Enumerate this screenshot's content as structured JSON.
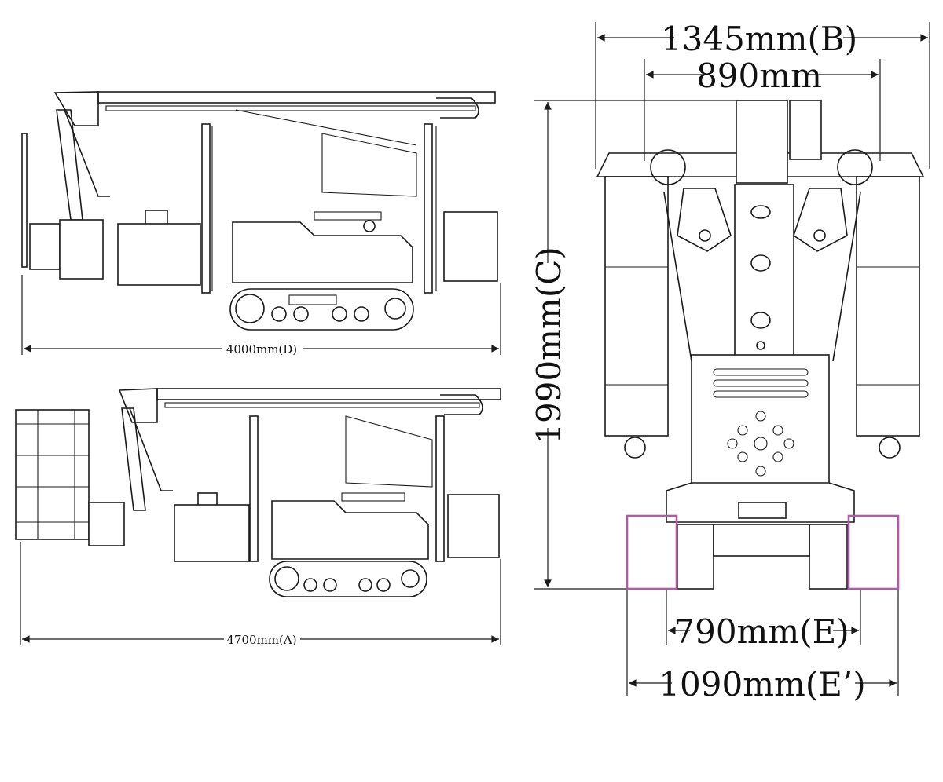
{
  "dimensions": {
    "length_stowed": "4000mm(D)",
    "length_with_platform": "4700mm(A)",
    "width_outriggers": "1345mm(B)",
    "width_inner": "890mm",
    "height": "1990mm(C)",
    "track_width": "790mm(E)",
    "track_width_extended": "1090mm(E’)"
  },
  "colors": {
    "line": "#1a1a1a",
    "highlight": "#b05aa8"
  }
}
